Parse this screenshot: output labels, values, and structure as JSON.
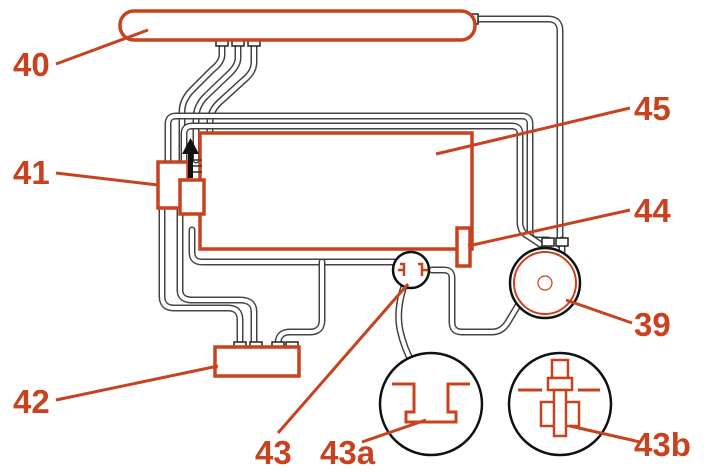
{
  "labels": {
    "l39": "39",
    "l40": "40",
    "l41": "41",
    "l42": "42",
    "l43": "43",
    "l43a": "43a",
    "l43b": "43b",
    "l44": "44",
    "l45": "45"
  },
  "colors": {
    "component": "#c8421f",
    "hose": "#444444",
    "outline": "#111111"
  }
}
